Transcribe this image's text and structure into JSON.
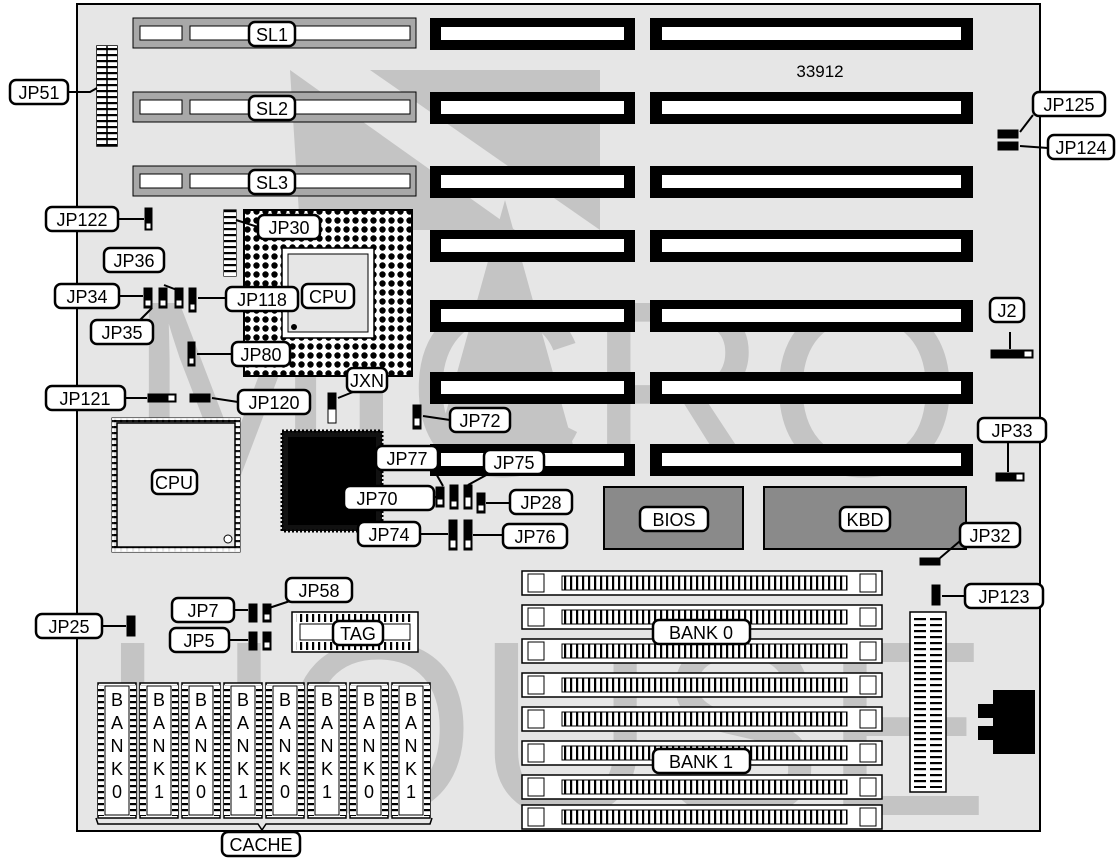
{
  "board": {
    "model_number": "33912",
    "watermark_line1": "MICRO",
    "watermark_line2": "HOUSE"
  },
  "labels": {
    "sl1": "SL1",
    "sl2": "SL2",
    "sl3": "SL3",
    "jp51": "JP51",
    "jp125": "JP125",
    "jp124": "JP124",
    "jp122": "JP122",
    "jp30": "JP30",
    "jp36": "JP36",
    "jp34": "JP34",
    "jp35": "JP35",
    "jp118": "JP118",
    "cpu_socket": "CPU",
    "jp80": "JP80",
    "jp121": "JP121",
    "jp120": "JP120",
    "jxn": "JXN",
    "jp72": "JP72",
    "j2": "J2",
    "jp33": "JP33",
    "cpu_qfp": "CPU",
    "jp77": "JP77",
    "jp75": "JP75",
    "jp70": "JP70",
    "jp28": "JP28",
    "jp74": "JP74",
    "jp76": "JP76",
    "bios": "BIOS",
    "kbd": "KBD",
    "jp32": "JP32",
    "jp123": "JP123",
    "jp58": "JP58",
    "jp7": "JP7",
    "jp5": "JP5",
    "jp25": "JP25",
    "tag": "TAG",
    "bank0": "BANK 0",
    "bank1": "BANK 1",
    "cache": "CACHE"
  },
  "cache_chips": [
    {
      "l1": "B",
      "l2": "A",
      "l3": "N",
      "l4": "K",
      "l5": "0"
    },
    {
      "l1": "B",
      "l2": "A",
      "l3": "N",
      "l4": "K",
      "l5": "1"
    },
    {
      "l1": "B",
      "l2": "A",
      "l3": "N",
      "l4": "K",
      "l5": "0"
    },
    {
      "l1": "B",
      "l2": "A",
      "l3": "N",
      "l4": "K",
      "l5": "1"
    },
    {
      "l1": "B",
      "l2": "A",
      "l3": "N",
      "l4": "K",
      "l5": "0"
    },
    {
      "l1": "B",
      "l2": "A",
      "l3": "N",
      "l4": "K",
      "l5": "1"
    },
    {
      "l1": "B",
      "l2": "A",
      "l3": "N",
      "l4": "K",
      "l5": "0"
    },
    {
      "l1": "B",
      "l2": "A",
      "l3": "N",
      "l4": "K",
      "l5": "1"
    }
  ],
  "colors": {
    "board": "#e6e6e6",
    "watermark": "#c4c4c4",
    "chip": "#8a8a8a",
    "vlb_slot": "#a8a8a8",
    "outline": "#000000"
  }
}
